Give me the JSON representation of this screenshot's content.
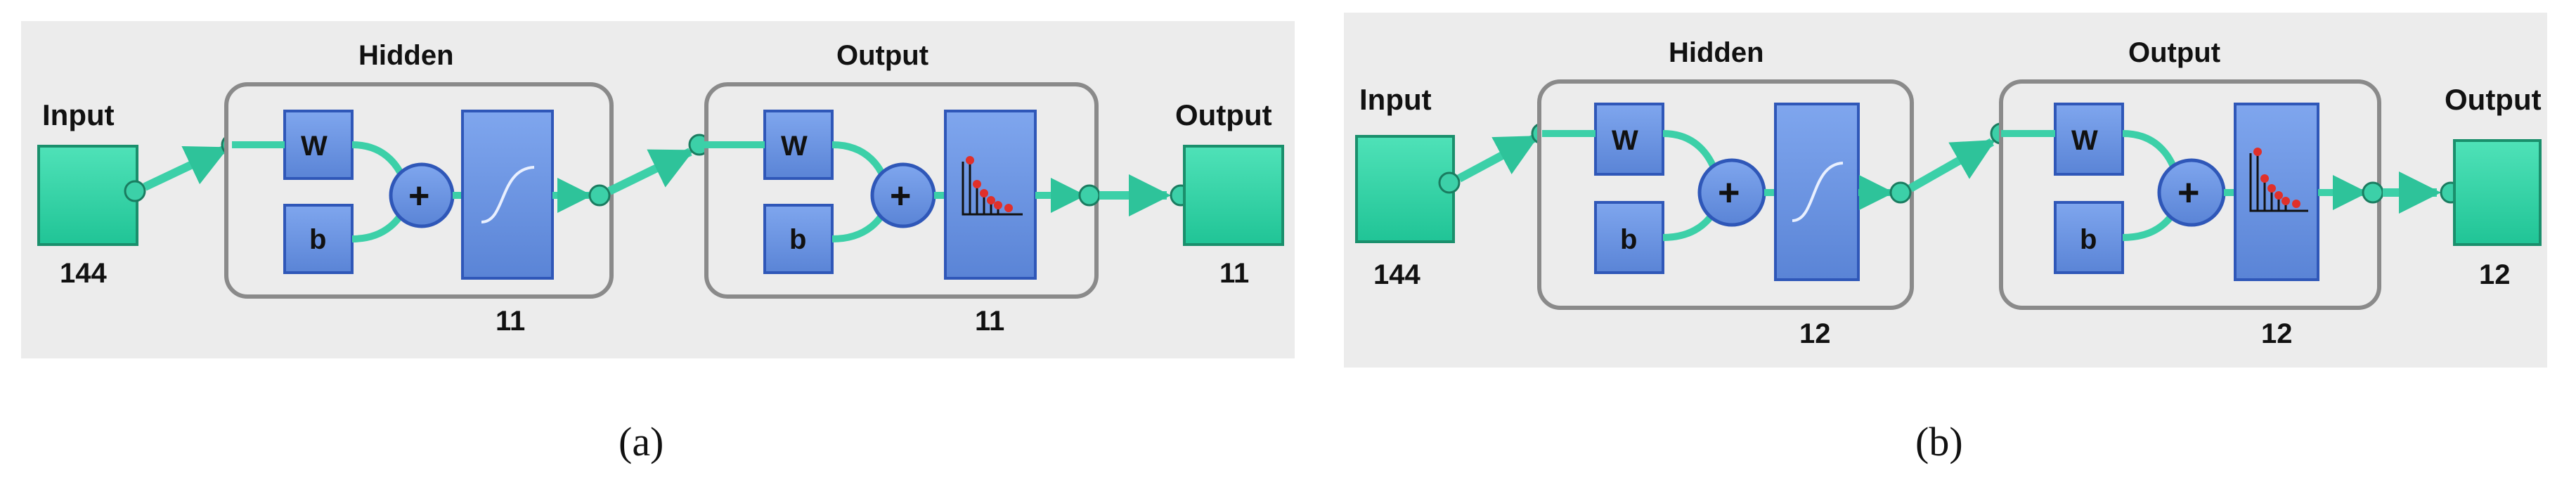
{
  "panels": [
    {
      "caption": "(a)",
      "input": {
        "label": "Input",
        "size": "144"
      },
      "hidden": {
        "label": "Hidden",
        "size": "11",
        "weight_label": "W",
        "bias_label": "b"
      },
      "output_layer": {
        "label": "Output",
        "size": "11",
        "weight_label": "W",
        "bias_label": "b"
      },
      "output": {
        "label": "Output",
        "size": "11"
      }
    },
    {
      "caption": "(b)",
      "input": {
        "label": "Input",
        "size": "144"
      },
      "hidden": {
        "label": "Hidden",
        "size": "12",
        "weight_label": "W",
        "bias_label": "b"
      },
      "output_layer": {
        "label": "Output",
        "size": "12",
        "weight_label": "W",
        "bias_label": "b"
      },
      "output": {
        "label": "Output",
        "size": "12"
      }
    }
  ],
  "colors": {
    "panel_bg": "#ececec",
    "io_box": "#2fd3a6",
    "connector": "#3cd0a8",
    "block_blue": "#6a94e0",
    "block_border": "#2f57b8",
    "layer_frame": "#8a8a8a",
    "dot_red": "#e0302a"
  }
}
